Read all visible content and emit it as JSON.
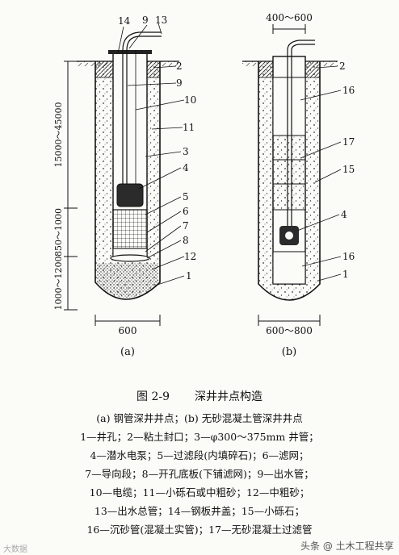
{
  "diagram": {
    "left": {
      "sublabel": "(a)",
      "width_dim": "600",
      "depth_dims": [
        "15000～45000",
        "850～1000",
        "1000～1200"
      ],
      "callouts": [
        "14",
        "9",
        "13",
        "2",
        "9",
        "10",
        "11",
        "3",
        "4",
        "5",
        "6",
        "7",
        "8",
        "12",
        "1"
      ]
    },
    "right": {
      "sublabel": "(b)",
      "top_dim": "400～600",
      "width_dim": "600～800",
      "callouts": [
        "2",
        "16",
        "17",
        "15",
        "4",
        "16",
        "1"
      ]
    }
  },
  "caption": {
    "number": "图 2-9",
    "title": "深井井点构造"
  },
  "legend": {
    "lines": [
      "(a) 钢管深井井点；(b) 无砂混凝土管深井井点",
      "1—井孔；2—粘土封口；3—φ300～375mm 井管；",
      "4—潜水电泵；5—过滤段(内填碎石)；6—滤网；",
      "7—导向段；8—开孔底板(下铺滤网)；9—出水管；",
      "10—电缆；11—小砾石或中粗砂；12—中粗砂；",
      "13—出水总管；14—钢板井盖；15—小砾石；",
      "16—沉砂管(混凝土实管)；17—无砂混凝土过滤管"
    ]
  },
  "watermarks": {
    "bottom_left": "大数据",
    "bottom_right": "头条 @ 土木工程共享"
  }
}
